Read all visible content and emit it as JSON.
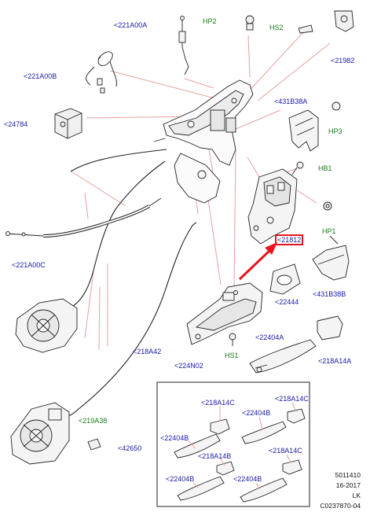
{
  "colors": {
    "blue_label": "#1a1aa8",
    "green_label": "#1a7a1a",
    "leader_line": "#e8a0a0",
    "highlight": "#e8141e",
    "part_stroke": "#222222"
  },
  "labels": {
    "l221A00A": "<221A00A",
    "hp2": "HP2",
    "hs2": "HS2",
    "l21982": "<21982",
    "l221A00B": "<221A00B",
    "l431B38A": "<431B38A",
    "l24784": "<24784",
    "hp3": "HP3",
    "hb1": "HB1",
    "hp1": "HP1",
    "l221A00C": "<221A00C",
    "l21812": "<21812",
    "l431B38B": "<431B38B",
    "l22444": "<22444",
    "l22404A": "<22404A",
    "l218A42": "<218A42",
    "hs1": "HS1",
    "l224N02": "<224N02",
    "l218A14A": "<218A14A",
    "l219A38": "<219A38",
    "l42650": "<42650",
    "inset_218A14C_1": "<218A14C",
    "inset_218A14C_2": "<218A14C",
    "inset_22404B_1": "<22404B",
    "inset_22404B_2": "<22404B",
    "inset_22404B_3": "<22404B",
    "inset_22404B_4": "<22404B",
    "inset_218A14B": "<218A14B",
    "inset_218A14C_3": "<218A14C"
  },
  "info_block": {
    "line1": "5011410",
    "line2": "16-2017",
    "line3": "LK",
    "line4": "C0237870-04"
  },
  "icons": [
    "door-latch-icon",
    "door-handle-icon",
    "cable-icon",
    "bracket-icon",
    "screw-icon",
    "push-pin-icon",
    "actuator-icon",
    "callout-arrow-icon"
  ]
}
